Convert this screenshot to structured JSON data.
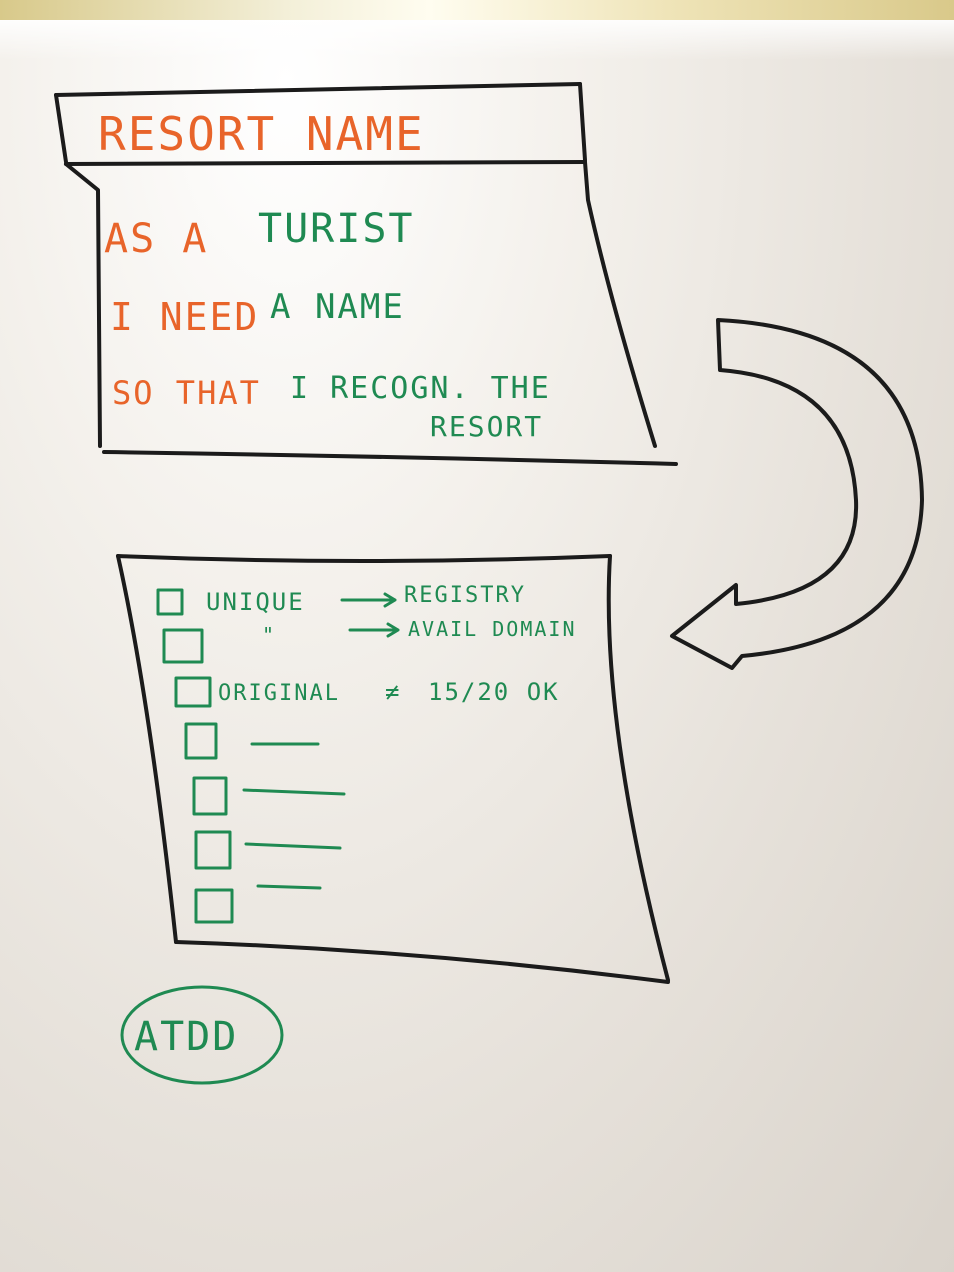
{
  "story_card": {
    "title": "RESORT NAME",
    "line1_prefix": "AS A",
    "line1_role": "TURIST",
    "line2_prefix": "I NEED",
    "line2_goal": "A NAME",
    "line3_prefix": "SO THAT",
    "line3_reason": "I RECOGN. THE",
    "line3_reason_cont": "RESORT"
  },
  "checklist": {
    "items": [
      {
        "text": "UNIQUE",
        "arrow_target": "REGISTRY"
      },
      {
        "text": "\"",
        "arrow_target": "AVAIL DOMAIN"
      },
      {
        "text": "ORIGINAL",
        "result": "15/20 OK"
      },
      {
        "text": ""
      },
      {
        "text": ""
      },
      {
        "text": ""
      },
      {
        "text": ""
      }
    ]
  },
  "badge": {
    "text": "ATDD"
  },
  "colors": {
    "orange_marker": "#e8642a",
    "green_marker": "#1f8a52",
    "black_marker": "#1b1b1b"
  },
  "icons": {
    "flow_arrow": "curved-arrow-icon",
    "checkbox": "checkbox-icon"
  }
}
